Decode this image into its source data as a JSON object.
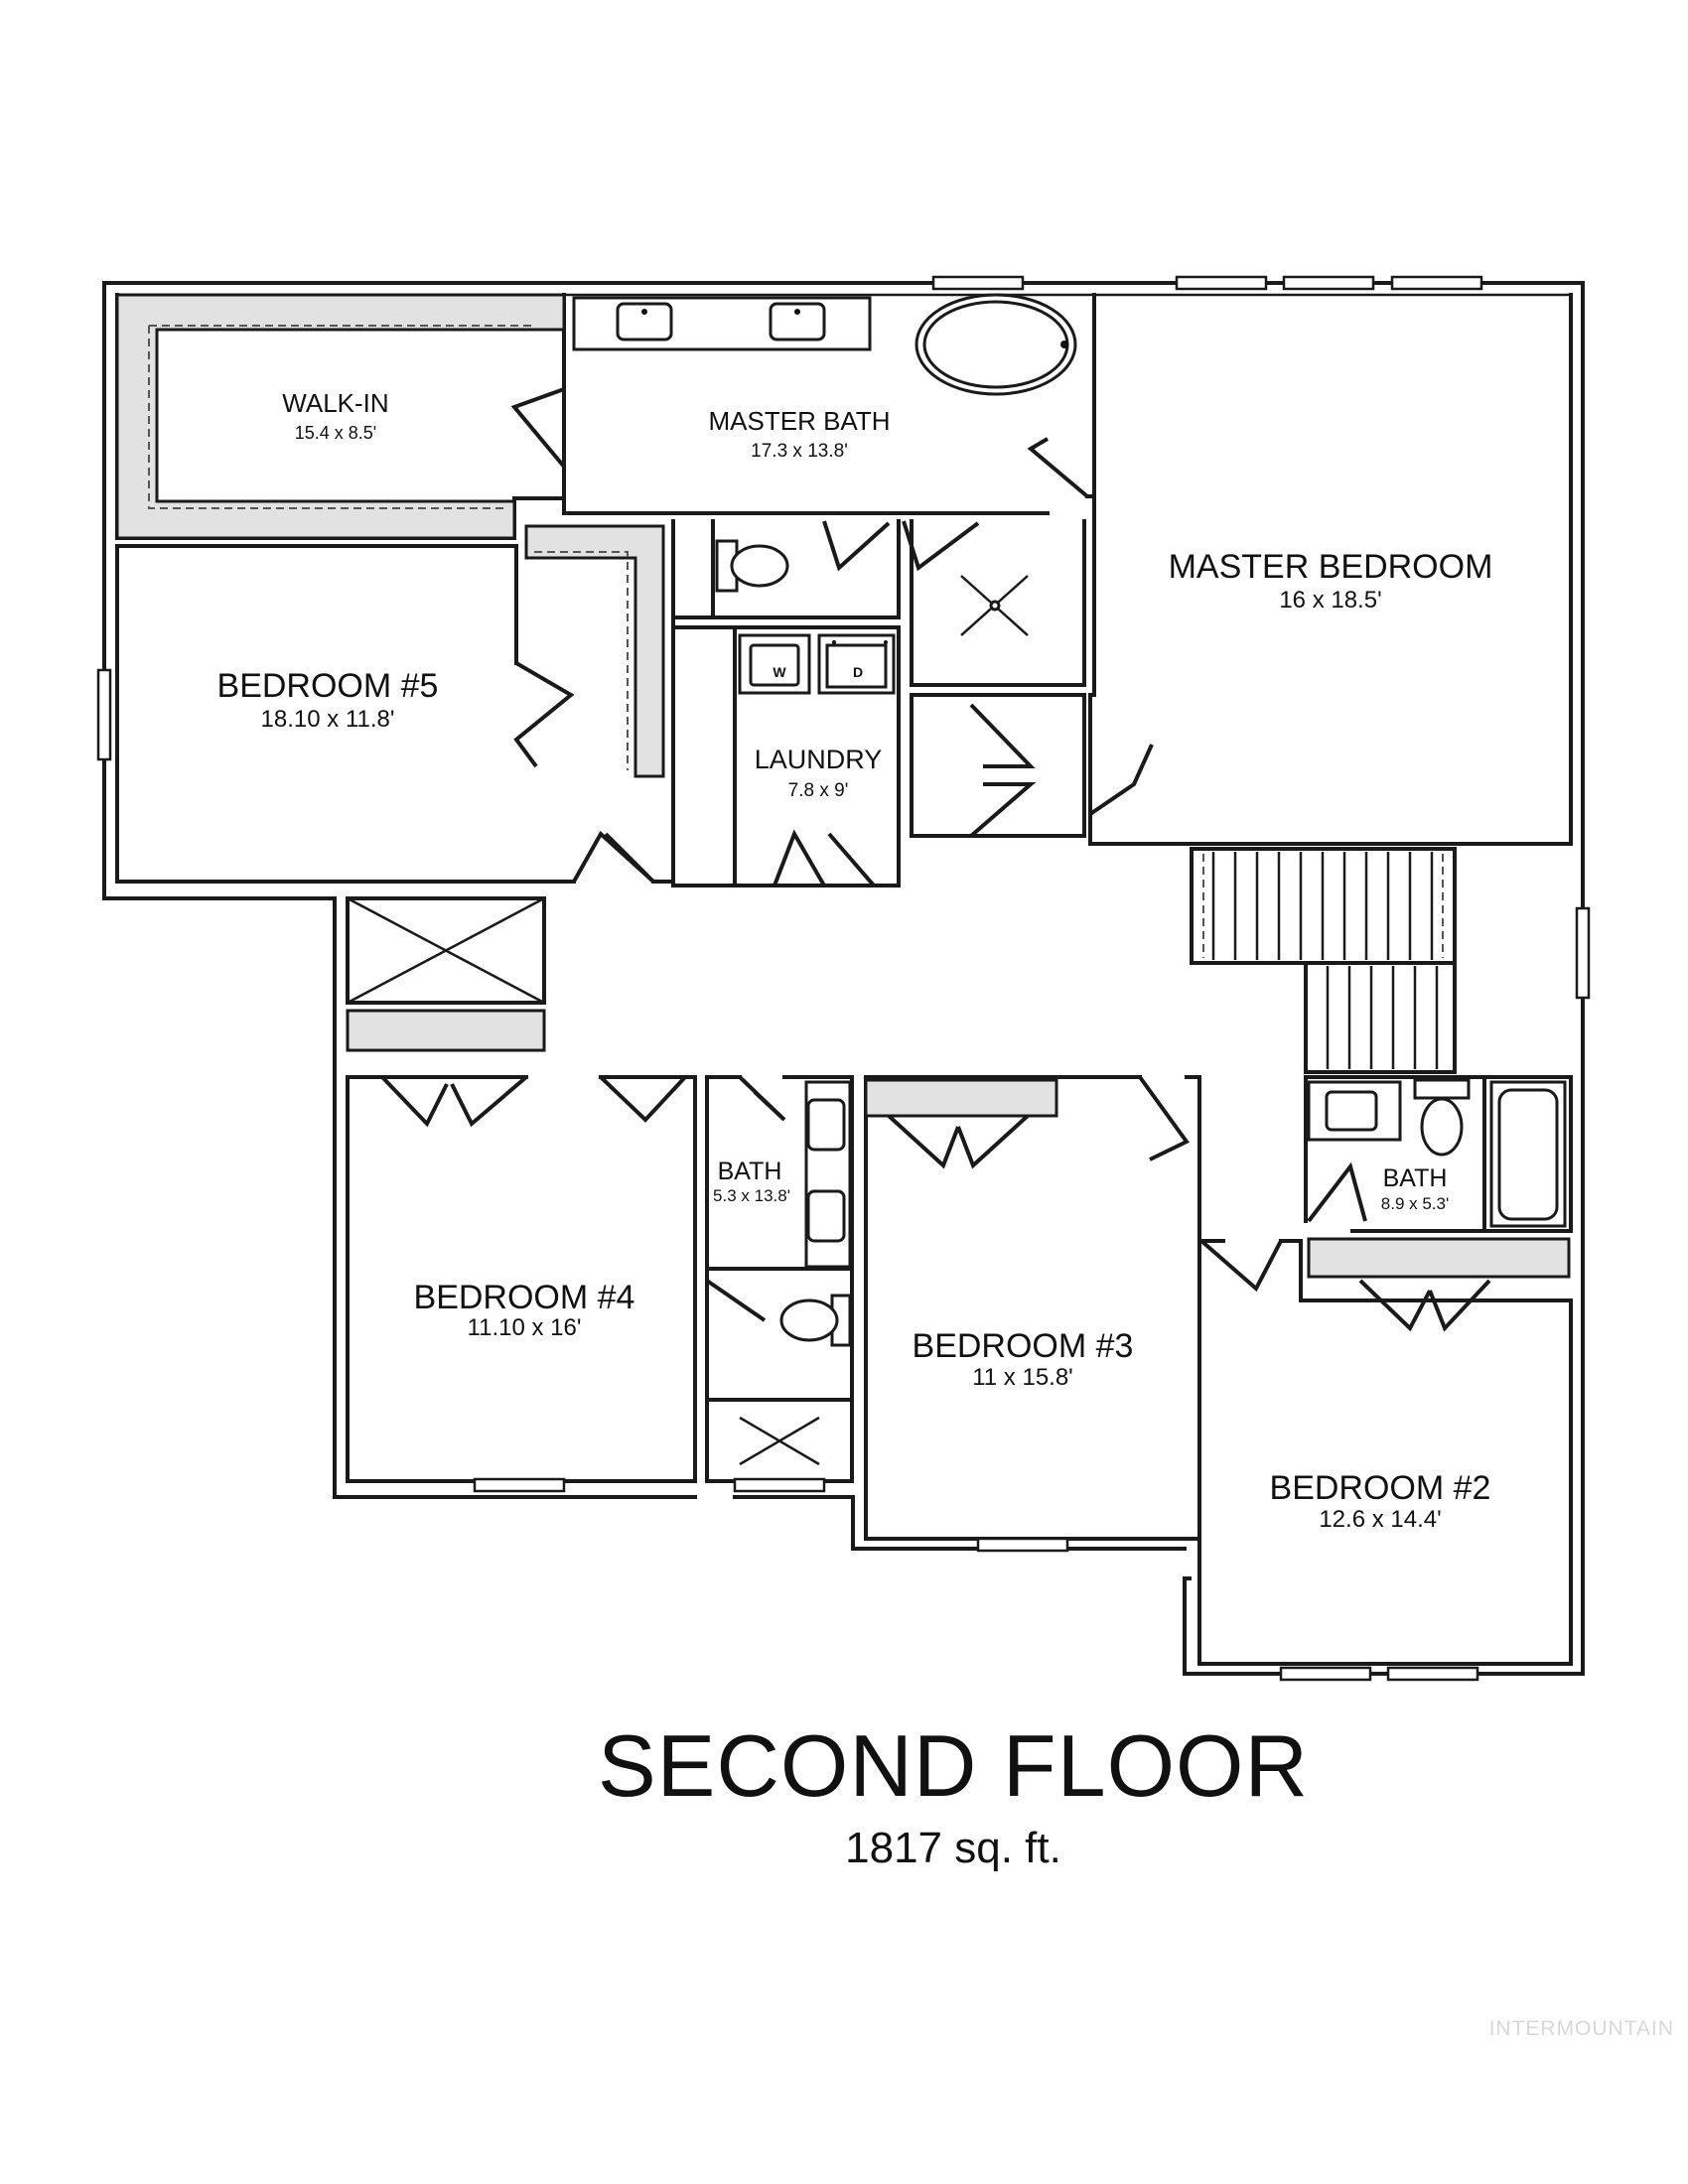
{
  "title": "SECOND FLOOR",
  "area": "1817 sq. ft.",
  "watermark": "INTERMOUNTAIN",
  "rooms": {
    "walk_in": {
      "name": "WALK-IN",
      "size": "15.4 x 8.5'"
    },
    "master_bath": {
      "name": "MASTER BATH",
      "size": "17.3 x 13.8'"
    },
    "master_bedroom": {
      "name": "MASTER BEDROOM",
      "size": "16 x 18.5'"
    },
    "bedroom_5": {
      "name": "BEDROOM #5",
      "size": "18.10 x 11.8'"
    },
    "laundry": {
      "name": "LAUNDRY",
      "size": "7.8 x 9'"
    },
    "bath_mid": {
      "name": "BATH",
      "size": "5.3 x 13.8'"
    },
    "bath_right": {
      "name": "BATH",
      "size": "8.9 x 5.3'"
    },
    "bedroom_4": {
      "name": "BEDROOM #4",
      "size": "11.10 x 16'"
    },
    "bedroom_3": {
      "name": "BEDROOM #3",
      "size": "11 x 15.8'"
    },
    "bedroom_2": {
      "name": "BEDROOM #2",
      "size": "12.6 x 14.4'"
    }
  },
  "appliances": {
    "washer": "W",
    "dryer": "D"
  }
}
